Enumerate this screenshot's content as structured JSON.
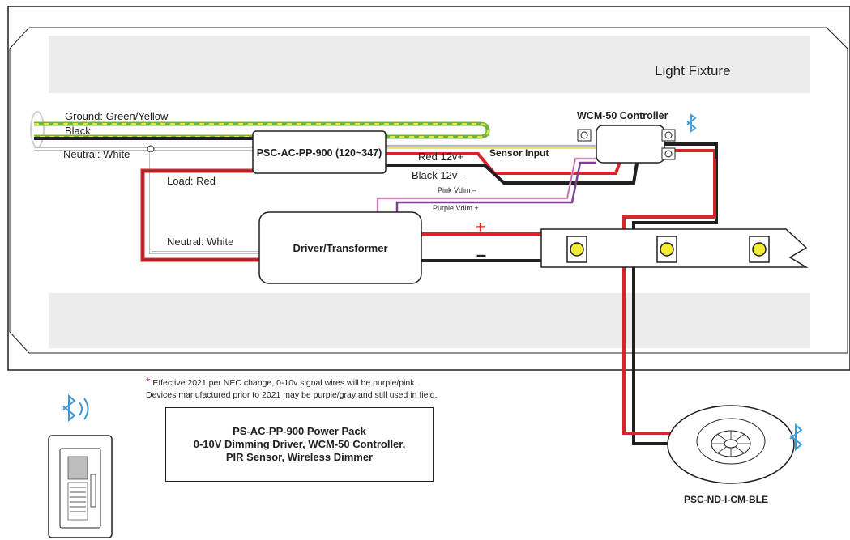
{
  "fixture": {
    "title": "Light Fixture"
  },
  "wires": {
    "ground": "Ground: Green/Yellow",
    "black": "Black",
    "neutral_top": "Neutral: White",
    "load": "Load: Red",
    "neutral_bottom": "Neutral: White",
    "red_12v": "Red 12v+",
    "black_12v": "Black 12v–",
    "sensor_input": "Sensor Input",
    "pink_vdim": "Pink Vdim –",
    "purple_vdim": "Purple Vdim +"
  },
  "components": {
    "power_pack": "PSC-AC-PP-900 (120~347)",
    "driver": "Driver/Transformer",
    "controller": "WCM-50 Controller",
    "sensor": "PSC-ND-I-CM-BLE",
    "plus": "+",
    "minus": "–"
  },
  "note": {
    "star": "*",
    "line1": "Effective 2021 per NEC change, 0-10v signal wires will be purple/pink.",
    "line2": "Devices manufactured prior to 2021 may be purple/gray and still used in field."
  },
  "summary": {
    "line1": "PS-AC-PP-900 Power Pack",
    "line2": "0-10V Dimming Driver, WCM-50 Controller,",
    "line3": "PIR Sensor, Wireless Dimmer"
  },
  "colors": {
    "red": "#d7262b",
    "black": "#231f20",
    "green": "#6fb43f",
    "yellow": "#f2e33a",
    "pink": "#e7a6c8",
    "purple": "#7b3f8f",
    "bluetooth": "#3a9ad9",
    "panel": "#eeeeee"
  }
}
